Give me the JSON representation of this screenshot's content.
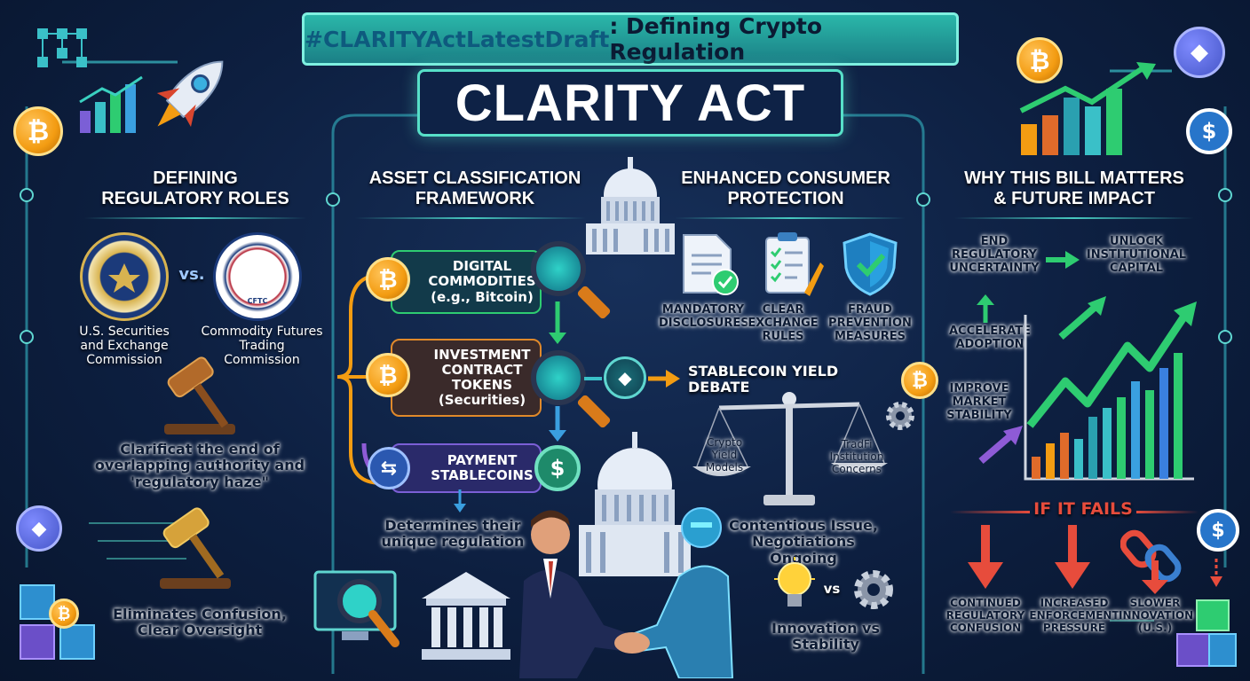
{
  "header": {
    "hashtag_bold": "#CLARITYActLatestDraft",
    "hashtag_rest": ": Defining Crypto Regulation",
    "title": "CLARITY ACT"
  },
  "roles": {
    "title_line1": "DEFINING",
    "title_line2": "REGULATORY ROLES",
    "sec_label": "U.S. Securities and Exchange Commission",
    "vs": "vs.",
    "cftc_label": "Commodity Futures Trading Commission",
    "cftc_seal_text": "CFTC",
    "overlap_text": "Clarificat the end of overlapping authority and 'regulatory haze\"",
    "result_text": "Eliminates Confusion, Clear Oversight"
  },
  "classification": {
    "title_line1": "ASSET CLASSIFICATION",
    "title_line2": "FRAMEWORK",
    "items": [
      {
        "label": "DIGITAL COMMODITIES (e.g., Bitcoin)"
      },
      {
        "label": "INVESTMENT CONTRACT TOKENS (Securities)"
      },
      {
        "label": "PAYMENT STABLECOINS"
      }
    ],
    "footer": "Determines their unique regulation"
  },
  "consumer": {
    "title_line1": "ENHANCED CONSUMER",
    "title_line2": "PROTECTION",
    "items": [
      {
        "label": "MANDATORY DISCLOSURES",
        "icon": "document-check-icon"
      },
      {
        "label": "CLEAR EXCHANGE RULES",
        "icon": "clipboard-checklist-icon"
      },
      {
        "label": "FRAUD PREVENTION MEASURES",
        "icon": "shield-check-icon"
      }
    ],
    "stablecoin_title": "STABLECOIN YIELD DEBATE",
    "scale_left": "Crypto Yield Models",
    "scale_right": "TradFi Institution Concerns",
    "issue_text": "Contentious Issue, Negotiations Ongoing",
    "vs": "vs",
    "innovation_text": "Innovation vs Stability"
  },
  "impact": {
    "title_line1": "WHY THIS BILL MATTERS",
    "title_line2": "& FUTURE IMPACT",
    "end_uncertainty": "END REGULATORY UNCERTAINTY",
    "unlock_capital": "UNLOCK INSTITUTIONAL CAPITAL",
    "accelerate": "ACCELERATE ADOPTION",
    "stability": "IMPROVE MARKET STABILITY",
    "fails_title": "IF IT FAILS",
    "fails": [
      {
        "label": "CONTINUED REGULATORY CONFUSION"
      },
      {
        "label": "INCREASED ENFORCEMENT PRESSURE"
      },
      {
        "label": "SLOWER INNOVATION (U.S.)"
      }
    ]
  },
  "icons": {
    "bitcoin_symbol": "₿",
    "eth_symbol": "◆",
    "usd_symbol": "$"
  },
  "colors": {
    "teal_accent": "#47c9c0",
    "orange_accent": "#f39c12",
    "green_growth": "#2ecc71",
    "red_fail": "#e74c3c",
    "purple_line": "#8e5bd6"
  }
}
